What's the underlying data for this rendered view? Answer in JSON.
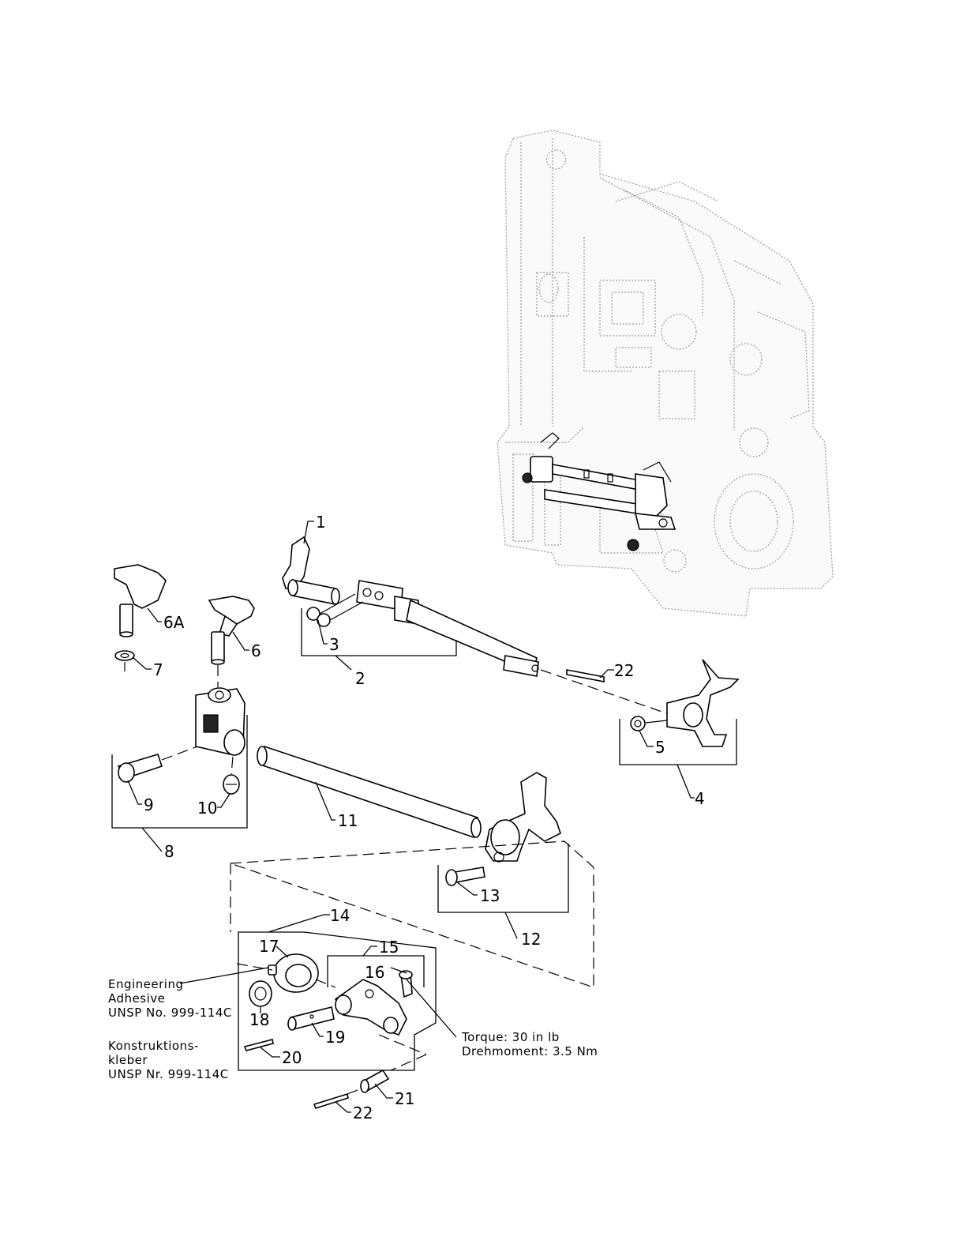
{
  "callouts": {
    "c1": "1",
    "c2": "2",
    "c3": "3",
    "c4": "4",
    "c5": "5",
    "c6": "6",
    "c6a": "6A",
    "c7": "7",
    "c8": "8",
    "c9": "9",
    "c10": "10",
    "c11": "11",
    "c12": "12",
    "c13": "13",
    "c14": "14",
    "c15": "15",
    "c16": "16",
    "c17": "17",
    "c18": "18",
    "c19": "19",
    "c20": "20",
    "c21": "21",
    "c22a": "22",
    "c22b": "22"
  },
  "notes": {
    "adhesive_en_line1": "Engineering",
    "adhesive_en_line2": "Adhesive",
    "adhesive_en_line3": "UNSP No. 999-114C",
    "adhesive_de_line1": "Konstruktions-",
    "adhesive_de_line2": "kleber",
    "adhesive_de_line3": "UNSP Nr. 999-114C",
    "torque_en": "Torque: 30 in lb",
    "torque_de": "Drehmoment: 3.5 Nm"
  }
}
